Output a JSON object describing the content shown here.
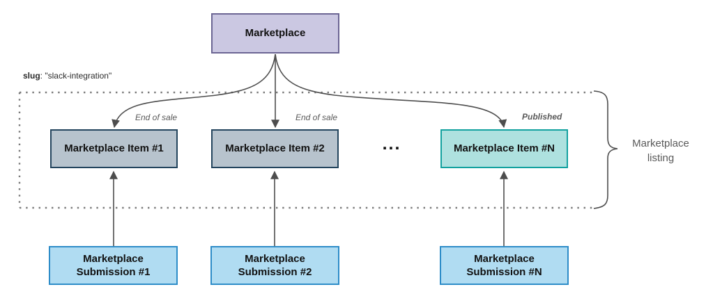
{
  "diagram": {
    "root": {
      "label": "Marketplace"
    },
    "slug": {
      "key": "slug",
      "value": ": \"slack-integration\""
    },
    "items": [
      {
        "label": "Marketplace Item #1",
        "status": "End of sale"
      },
      {
        "label": "Marketplace Item #2",
        "status": "End of sale"
      },
      {
        "label": "Marketplace Item #N",
        "status": "Published"
      }
    ],
    "ellipsis": "...",
    "submissions": [
      {
        "label": "Marketplace Submission #1"
      },
      {
        "label": "Marketplace Submission #2"
      },
      {
        "label": "Marketplace Submission #N"
      }
    ],
    "brace_label": "Marketplace listing",
    "colors": {
      "root_fill": "#cbc8e2",
      "root_border": "#6b6593",
      "item_fill": "#b7c3cd",
      "item_border": "#23445d",
      "item_published_fill": "#aee1df",
      "item_published_border": "#12a19f",
      "submission_fill": "#b0dcf2",
      "submission_border": "#2d8cc8",
      "arrow": "#4d4d4d",
      "dotted": "#7a7a7a",
      "muted_text": "#595959"
    }
  }
}
